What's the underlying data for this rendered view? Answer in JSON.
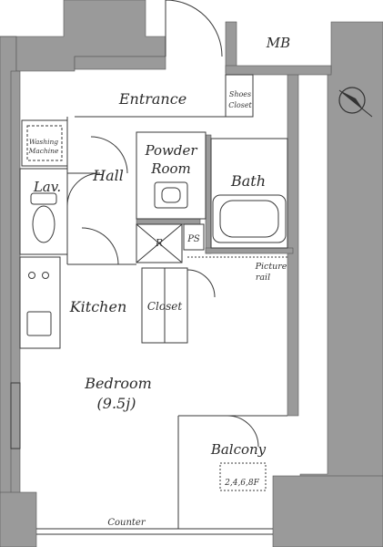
{
  "plan": {
    "rooms": {
      "mb": "MB",
      "entrance": "Entrance",
      "shoes_closet_1": "Shoes",
      "shoes_closet_2": "Closet",
      "washing_machine_1": "Washing",
      "washing_machine_2": "Machine",
      "powder_room_1": "Powder",
      "powder_room_2": "Room",
      "hall": "Hall",
      "bath": "Bath",
      "lav": "Lav.",
      "ps": "PS",
      "r": "R",
      "picture_rail_1": "Picture",
      "picture_rail_2": "rail",
      "kitchen": "Kitchen",
      "closet": "Closet",
      "bedroom": "Bedroom",
      "bedroom_size": "(9.5j)",
      "balcony": "Balcony",
      "balcony_floors": "2,4,6,8F",
      "counter": "Counter"
    },
    "colors": {
      "wall": "#9a9a9a",
      "line": "#3a3a3a",
      "background": "#ffffff"
    },
    "compass": "compass-icon"
  }
}
